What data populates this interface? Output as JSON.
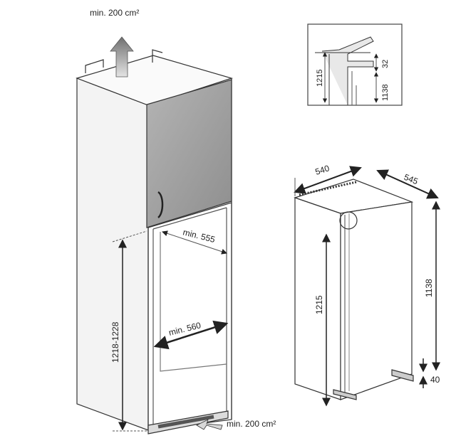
{
  "labels": {
    "vent_top": "min. 200 cm²",
    "vent_bottom": "min. 200 cm²",
    "niche_depth": "min. 555",
    "niche_width": "min. 560",
    "niche_height": "1218-1228",
    "detail_total": "1215",
    "detail_gap": "32",
    "detail_unit": "1138",
    "unit_width": "540",
    "unit_depth": "545",
    "unit_height": "1138",
    "unit_total": "1215",
    "unit_foot": "40"
  },
  "colors": {
    "line": "#333333",
    "door_fill": "#a3a3a3",
    "cabinet_side": "#ececec",
    "arrow_fill": "#9a9a9a"
  }
}
